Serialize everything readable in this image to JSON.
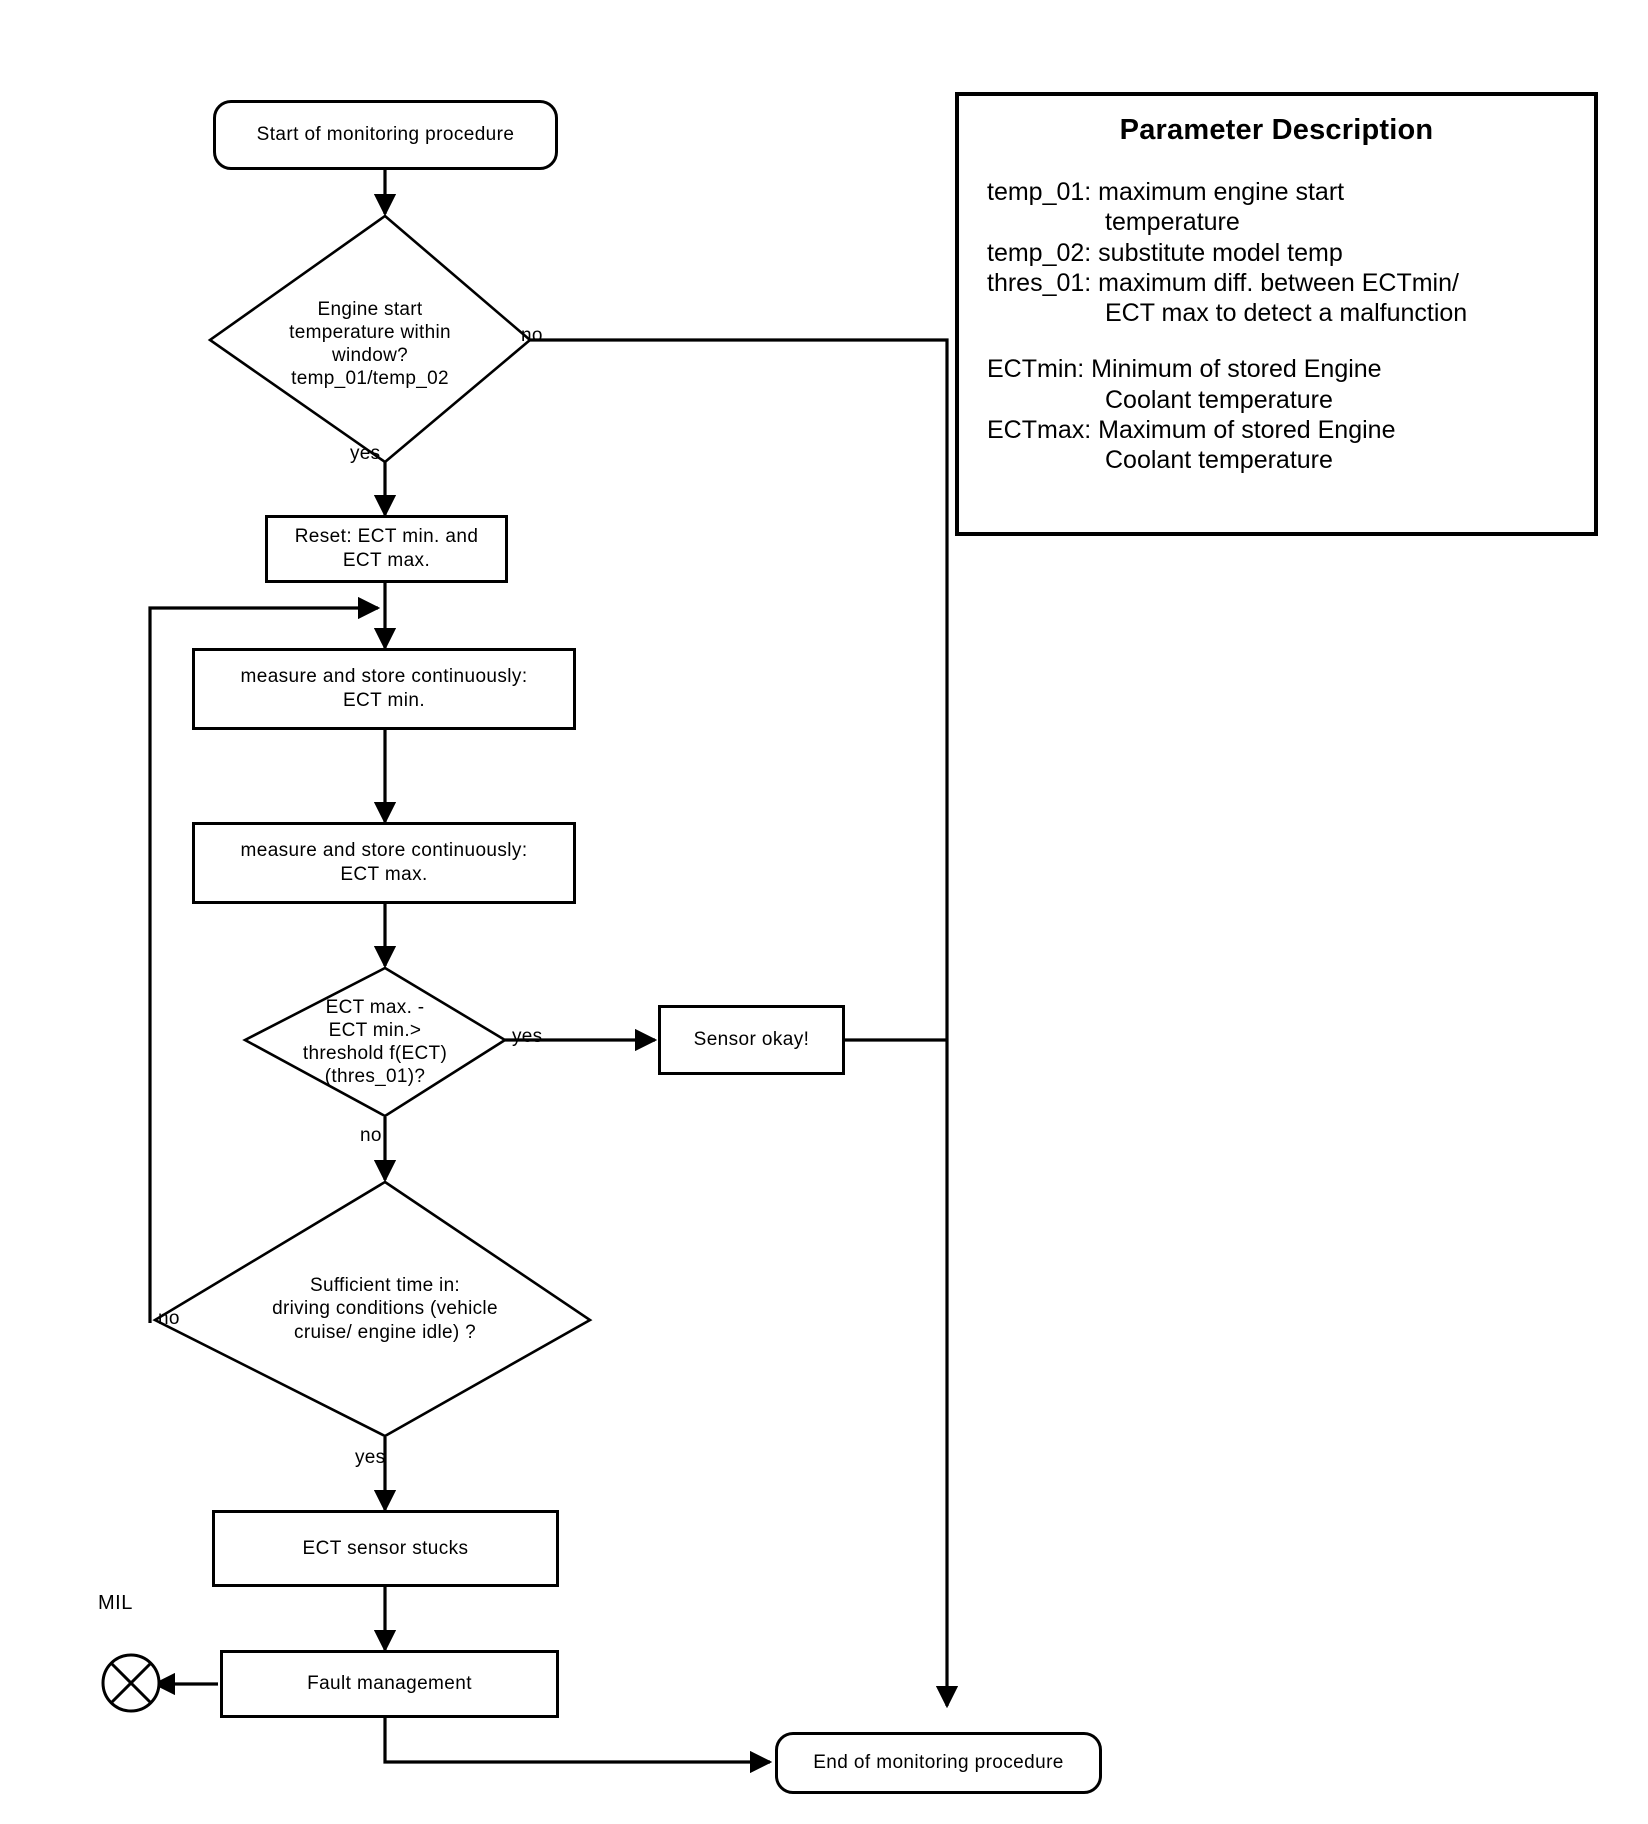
{
  "diagram": {
    "title": "ECT sensor stuck monitoring procedure flowchart",
    "type": "flowchart",
    "nodes": {
      "start": {
        "label": "Start of monitoring procedure",
        "shape": "terminator"
      },
      "decision_engine_start": {
        "label": "Engine start\ntemperature within\nwindow?\ntemp_01/temp_02",
        "shape": "decision"
      },
      "reset": {
        "label": "Reset: ECT min. and\nECT max.",
        "shape": "process"
      },
      "measure_min": {
        "label": "measure and store continuously:\nECT min.",
        "shape": "process"
      },
      "measure_max": {
        "label": "measure and store continuously:\nECT max.",
        "shape": "process"
      },
      "decision_threshold": {
        "label": "ECT max. -\nECT min.>\nthreshold f(ECT)\n(thres_01)?",
        "shape": "decision"
      },
      "sensor_okay": {
        "label": "Sensor okay!",
        "shape": "process"
      },
      "decision_time": {
        "label": "Sufficient time in:\ndriving conditions (vehicle\ncruise/ engine idle) ?",
        "shape": "decision"
      },
      "ect_sensor_stucks": {
        "label": "ECT sensor stucks",
        "shape": "process"
      },
      "fault_management": {
        "label": "Fault management",
        "shape": "process"
      },
      "end": {
        "label": "End of monitoring procedure",
        "shape": "terminator"
      },
      "mil": {
        "label": "MIL",
        "shape": "lamp"
      }
    },
    "edge_labels": {
      "engine_start_no": "no",
      "engine_start_yes": "yes",
      "threshold_yes": "yes",
      "threshold_no": "no",
      "time_no": "no",
      "time_yes": "yes"
    }
  },
  "parameter_panel": {
    "title": "Parameter Description",
    "group_1": [
      {
        "text": "temp_01: maximum engine start",
        "indent": false
      },
      {
        "text": "temperature",
        "indent": true
      },
      {
        "text": "temp_02: substitute model temp",
        "indent": false
      },
      {
        "text": "thres_01: maximum diff. between ECTmin/",
        "indent": false
      },
      {
        "text": "ECT max to detect a malfunction",
        "indent": true
      }
    ],
    "group_2": [
      {
        "text": "ECTmin: Minimum of stored Engine",
        "indent": false
      },
      {
        "text": "Coolant temperature",
        "indent": true
      },
      {
        "text": "ECTmax: Maximum of stored Engine",
        "indent": false
      },
      {
        "text": "Coolant temperature",
        "indent": true
      }
    ]
  },
  "colors": {
    "stroke": "#000000",
    "background": "#ffffff"
  }
}
